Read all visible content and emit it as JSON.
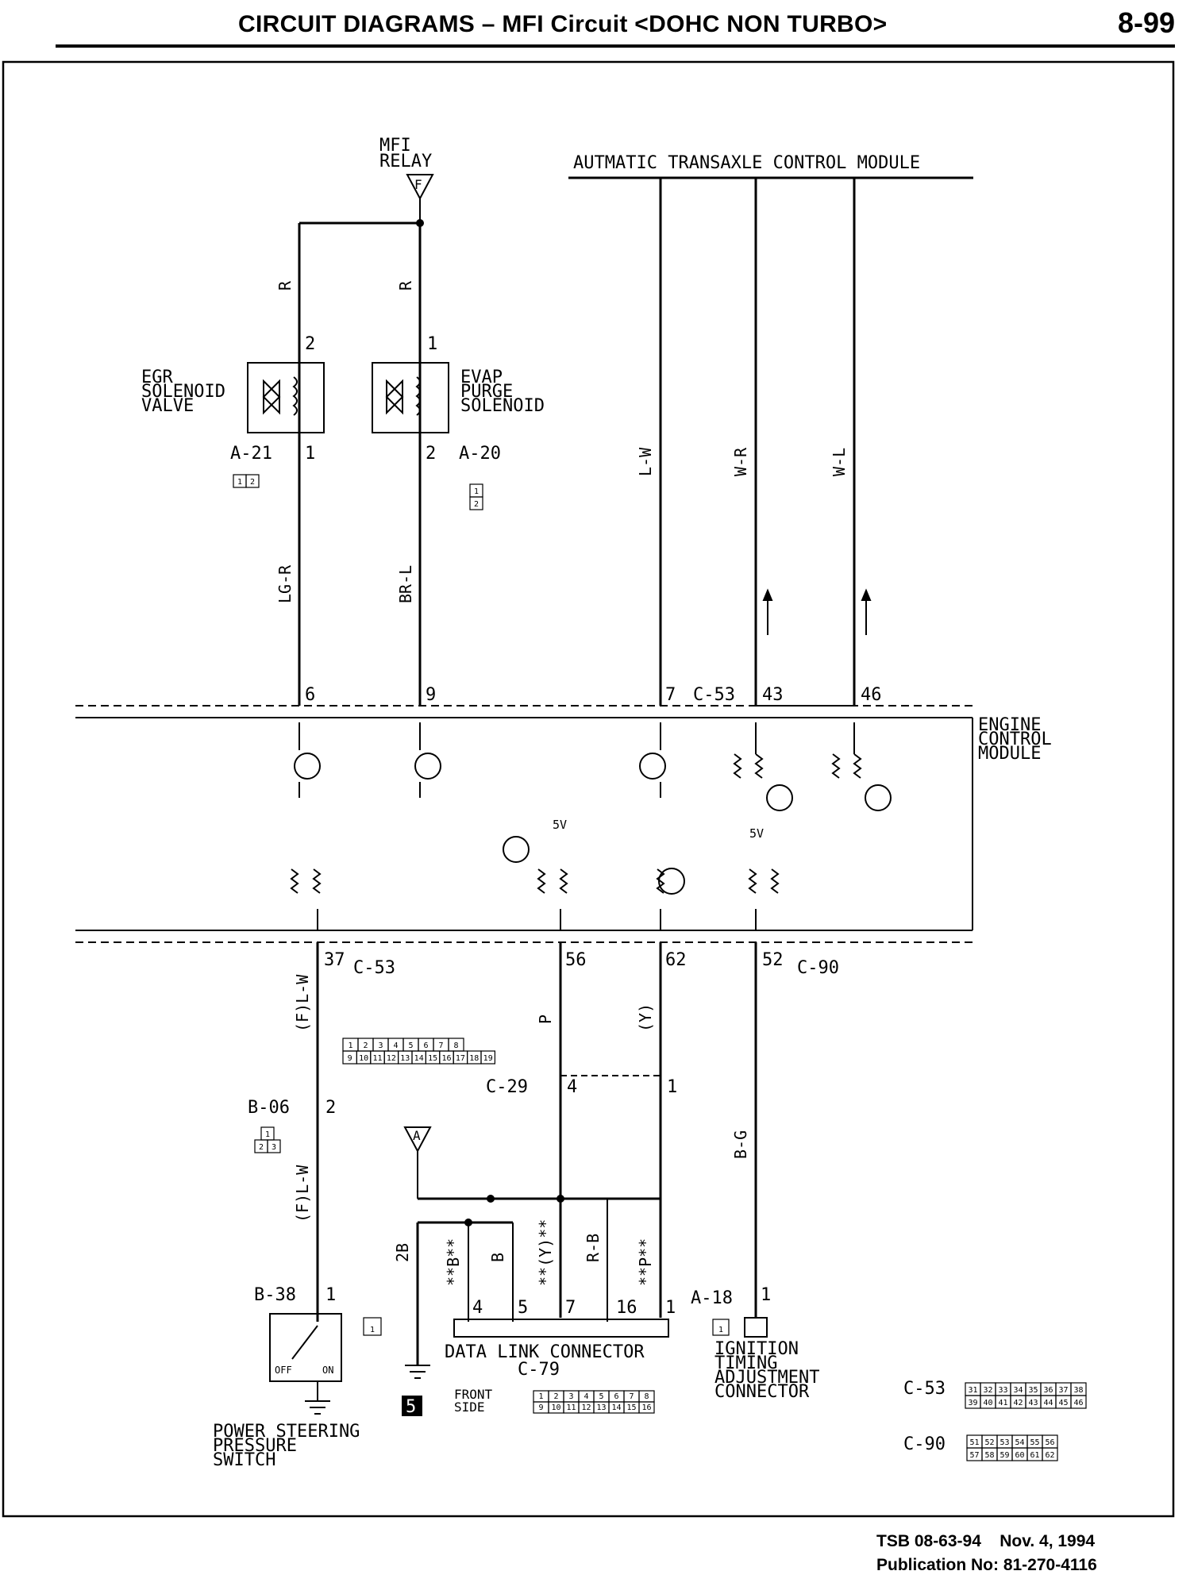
{
  "header": {
    "title": "CIRCUIT DIAGRAMS – MFI Circuit <DOHC NON TURBO>",
    "page_number": "8-99"
  },
  "footer": {
    "tsb": "TSB 08-63-94",
    "date": "Nov. 4, 1994",
    "publication": "Publication No: 81-270-4116"
  },
  "components": {
    "mfi_relay": [
      "MFI",
      "RELAY"
    ],
    "mfi_relay_pin": "F",
    "atcm": "AUTMATIC TRANSAXLE CONTROL MODULE",
    "egr": [
      "EGR",
      "SOLENOID",
      "VALVE"
    ],
    "evap": [
      "EVAP",
      "PURGE",
      "SOLENOID"
    ],
    "ecm": [
      "ENGINE",
      "CONTROL",
      "MODULE"
    ],
    "ps_switch": [
      "POWER STEERING",
      "PRESSURE",
      "SWITCH"
    ],
    "ps_switch_off": "OFF",
    "ps_switch_on": "ON",
    "dlc": "DATA LINK CONNECTOR",
    "dlc_id": "C-79",
    "front_side": [
      "FRONT",
      "SIDE"
    ],
    "itac": [
      "IGNITION",
      "TIMING",
      "ADJUSTMENT",
      "CONNECTOR"
    ],
    "ground_ref": "5",
    "source_a": "A",
    "v5": "5V"
  },
  "connectors": {
    "a21": "A-21",
    "a20": "A-20",
    "b06": "B-06",
    "b38": "B-38",
    "c29": "C-29",
    "a18": "A-18",
    "c53": "C-53",
    "c90": "C-90"
  },
  "wires": {
    "egr_top": "R",
    "evap_top": "R",
    "egr_bottom": "LG-R",
    "evap_bottom": "BR-L",
    "atcm_7": "L-W",
    "atcm_43": "W-R",
    "atcm_46": "W-L",
    "pin37_upper": "(F)L-W",
    "pin37_lower": "(F)L-W",
    "pin56": "P",
    "pin62": "(Y)",
    "pin52": "B-G",
    "dlc_2b": "2B",
    "dlc_b_star": "**B**",
    "dlc_b": "B",
    "dlc_y_star": "**(Y)**",
    "dlc_rb": "R-B",
    "dlc_p_star": "**P**"
  },
  "pins": {
    "egr_top": "2",
    "egr_bottom": "1",
    "evap_top": "1",
    "evap_bottom": "2",
    "ecm_6": "6",
    "ecm_9": "9",
    "ecm_7": "7",
    "ecm_43": "43",
    "ecm_46": "46",
    "ecm_37": "37",
    "ecm_56": "56",
    "ecm_62": "62",
    "ecm_52": "52",
    "b06_pin": "2",
    "c29_4": "4",
    "c29_1": "1",
    "b38_pin": "1",
    "a18_pin": "1",
    "dlc_4": "4",
    "dlc_5": "5",
    "dlc_7": "7",
    "dlc_16": "16",
    "dlc_1": "1"
  },
  "connector_faces": {
    "a21": [
      "1",
      "2"
    ],
    "a20": [
      "1",
      "2"
    ],
    "b06": [
      "1",
      "2",
      "3"
    ],
    "b38": [
      "1"
    ],
    "a18": [
      "1"
    ],
    "c79_top": [
      "1",
      "2",
      "3",
      "4",
      "5",
      "6",
      "7",
      "8"
    ],
    "c79_bottom": [
      "9",
      "10",
      "11",
      "12",
      "13",
      "14",
      "15",
      "16"
    ],
    "ecm_top": [
      "1",
      "2",
      "3",
      "4",
      "5",
      "6",
      "7",
      "8"
    ],
    "ecm_bottom": [
      "9",
      "10",
      "11",
      "12",
      "13",
      "14",
      "15",
      "16",
      "17",
      "18",
      "19"
    ],
    "c53_top": [
      "31",
      "32",
      "33",
      "34",
      "35",
      "36",
      "37",
      "38"
    ],
    "c53_bottom": [
      "39",
      "40",
      "41",
      "42",
      "43",
      "44",
      "45",
      "46"
    ],
    "c90_top": [
      "51",
      "52",
      "53",
      "54",
      "55",
      "56"
    ],
    "c90_bottom": [
      "57",
      "58",
      "59",
      "60",
      "61",
      "62"
    ]
  }
}
